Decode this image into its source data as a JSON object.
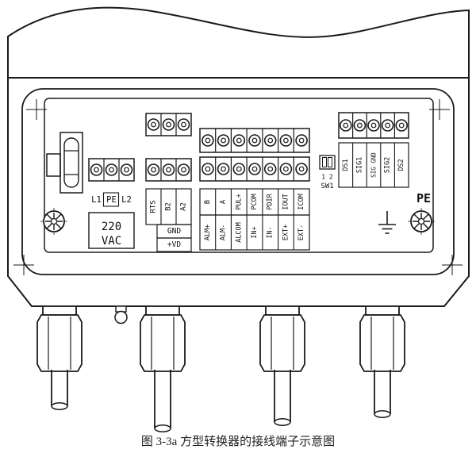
{
  "caption": "图 3-3a 方型转换器的接线端子示意图",
  "power": {
    "terminals": [
      "L1",
      "PE",
      "L2"
    ],
    "voltage": [
      "220",
      "VAC"
    ]
  },
  "comm": {
    "labels": [
      "RTS",
      "B2",
      "A2"
    ],
    "aux": [
      "GND",
      "+VD"
    ]
  },
  "io": {
    "row1": [
      "B",
      "A",
      "PUL+",
      "PCOM",
      "PDIR",
      "IOUT",
      "ICOM"
    ],
    "row2": [
      "ALM+",
      "ALM-",
      "ALCOM",
      "IN+",
      "IN-",
      "EXT+",
      "EXT-"
    ]
  },
  "signal": {
    "labels": [
      "DS1",
      "SIG1",
      "SIG GND",
      "SIG2",
      "DS2"
    ]
  },
  "dip_switch": {
    "numbers": "1 2",
    "label": "SW1"
  },
  "ground": {
    "label": "PE"
  },
  "line_color": "#1a1a1a"
}
